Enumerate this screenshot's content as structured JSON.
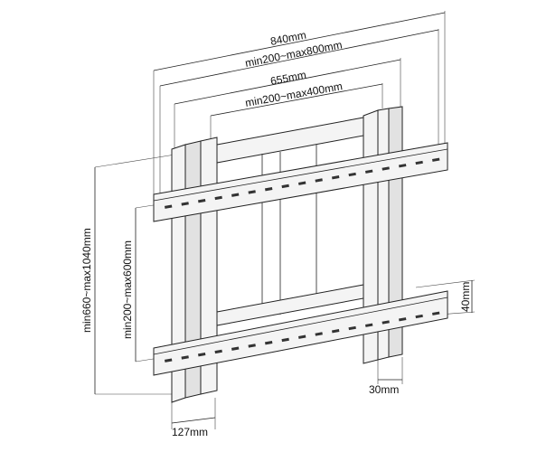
{
  "dimensions": {
    "overall_width": "840mm",
    "hole_range_wide": "min200~max800mm",
    "frame_width": "655mm",
    "hole_range_narrow": "min200~max400mm",
    "overall_height": "min660~max1040mm",
    "vertical_hole_range": "min200~max600mm",
    "bar_height": "40mm",
    "rail_width": "30mm",
    "depth": "127mm"
  }
}
